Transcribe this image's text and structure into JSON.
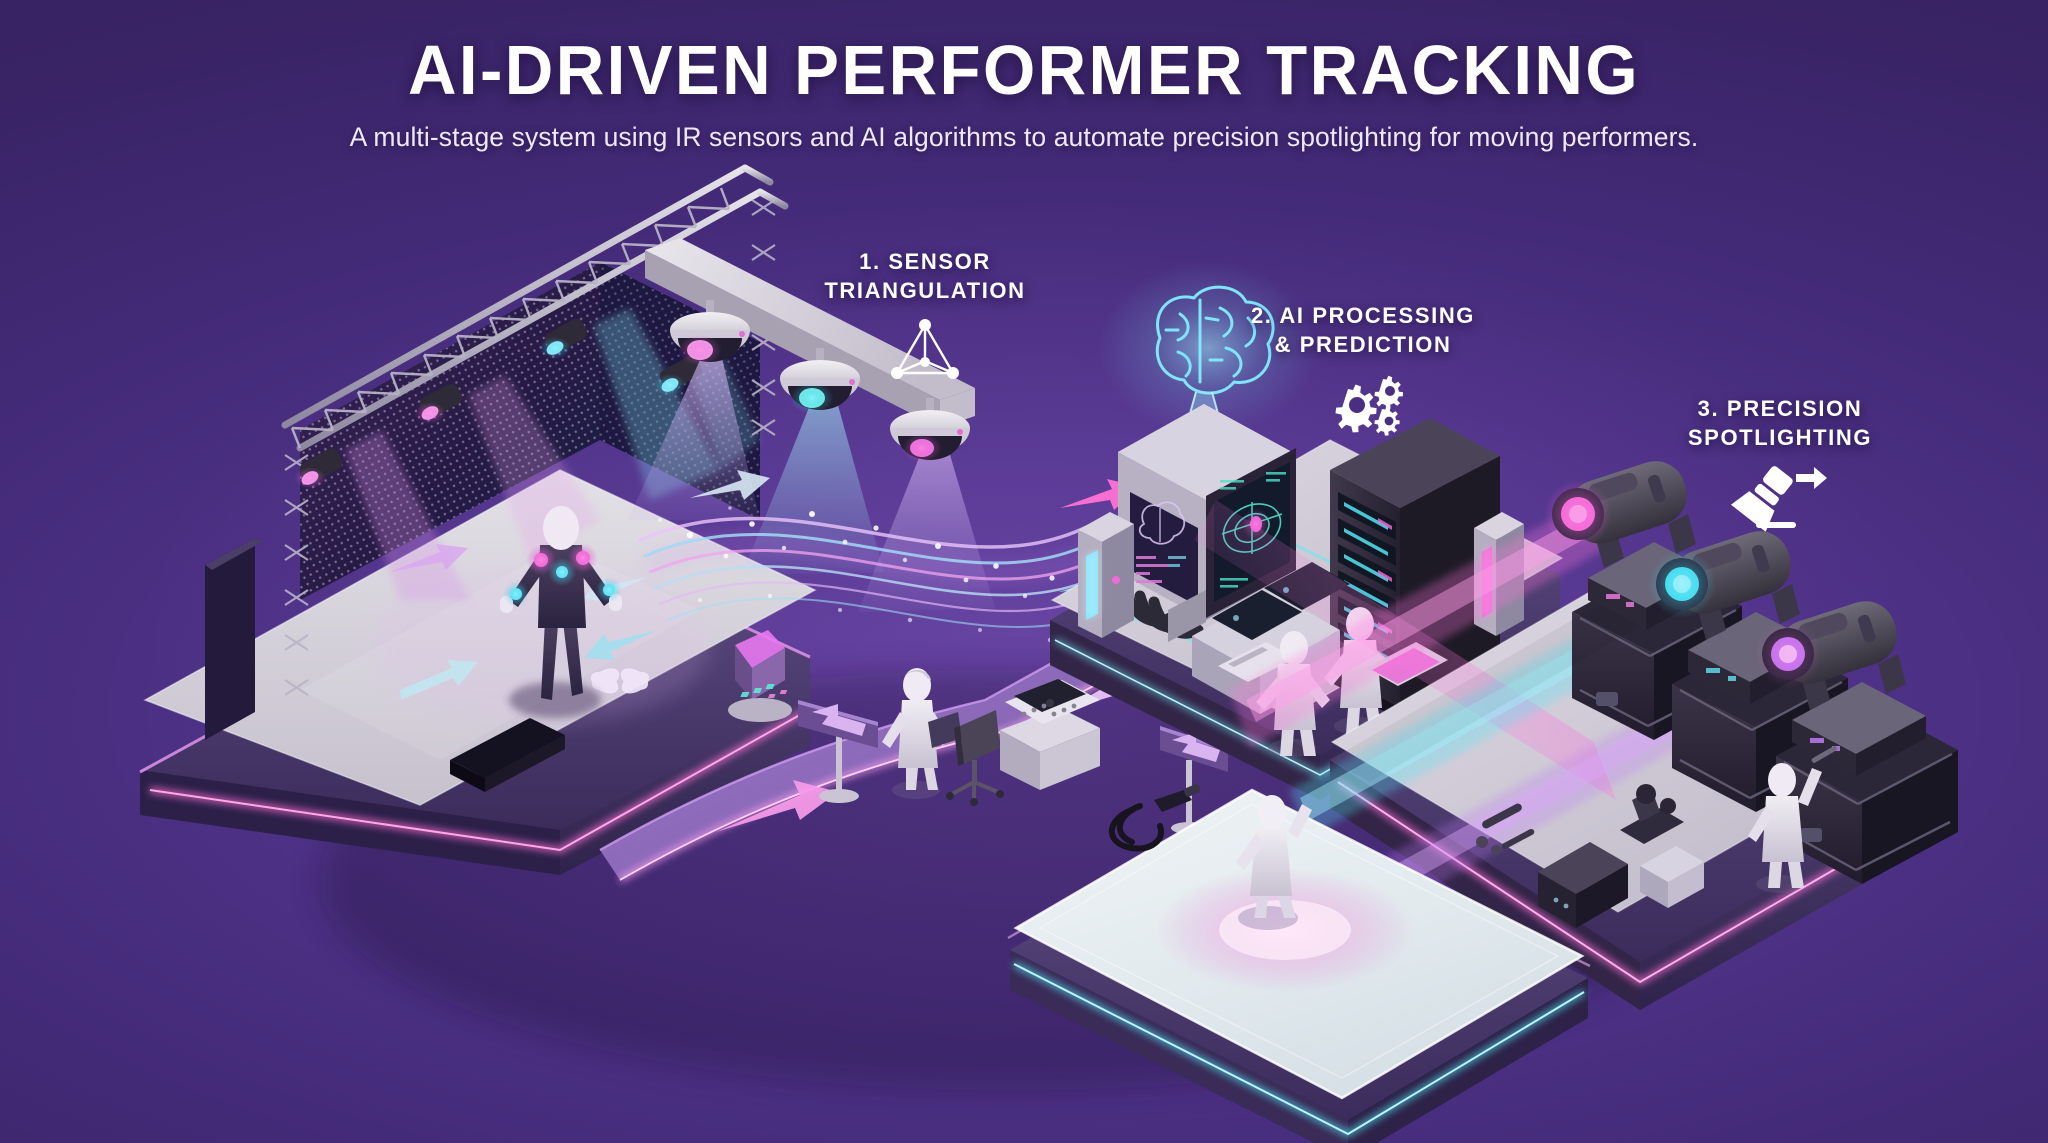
{
  "header": {
    "title": "AI-DRIVEN PERFORMER TRACKING",
    "subtitle": "A multi-stage system using IR sensors and AI algorithms to automate precision spotlighting for moving performers."
  },
  "steps": [
    {
      "id": "step-1",
      "line1": "1. SENSOR",
      "line2": "TRIANGULATION",
      "icon": "triangulation-network-icon"
    },
    {
      "id": "step-2",
      "line1": "2. AI PROCESSING",
      "line2": "& PREDICTION",
      "icon": "gears-icon"
    },
    {
      "id": "step-3",
      "line1": "3. PRECISION",
      "line2": "SPOTLIGHTING",
      "icon": "spotlight-arrow-icon"
    }
  ],
  "scene": {
    "stage_zone": {
      "name": "performer-stage-platform",
      "elements": [
        "truss-frame",
        "led-video-wall",
        "wash-lights",
        "tracked-performer",
        "ir-marker-suit",
        "motion-arrows",
        "stage-monitor"
      ]
    },
    "sensor_zone": {
      "name": "ceiling-sensor-array",
      "sensor_count": 3,
      "elements": [
        "mounting-beam",
        "ir-dome-sensor",
        "sensor-cone"
      ]
    },
    "ai_zone": {
      "name": "ai-processing-platform",
      "elements": [
        "brain-hologram",
        "compute-tower",
        "server-rack",
        "tracking-monitor",
        "operator-console",
        "technician",
        "status-pylon"
      ]
    },
    "spotlight_zone": {
      "name": "spotlight-rig-platform",
      "fixture_count": 3,
      "elements": [
        "moving-head-fixture",
        "flight-case",
        "rig-technician",
        "cable-spool"
      ]
    },
    "target_zone": {
      "name": "illuminated-target-stage",
      "elements": [
        "glass-platform",
        "spotlit-performer",
        "light-pool"
      ]
    },
    "connector": {
      "name": "walkway-path",
      "elements": [
        "flow-arrow",
        "direction-sign",
        "control-desk",
        "floor-technician"
      ]
    },
    "dataflow": {
      "name": "data-stream",
      "elements": [
        "stream-ribbon",
        "data-particle",
        "flow-arrow"
      ]
    }
  },
  "colors": {
    "background_dark": "#33205b",
    "background_light": "#5b3a96",
    "accent_magenta": "#e863c8",
    "accent_pink": "#f07ad8",
    "accent_cyan": "#4fd8e8",
    "accent_violet": "#a86ae8",
    "platform_light": "#cfcbd4",
    "platform_mid": "#a9a3b4",
    "platform_dark": "#5d4a7c",
    "text_white": "#ffffff",
    "text_subtitle": "#efe7fb"
  }
}
